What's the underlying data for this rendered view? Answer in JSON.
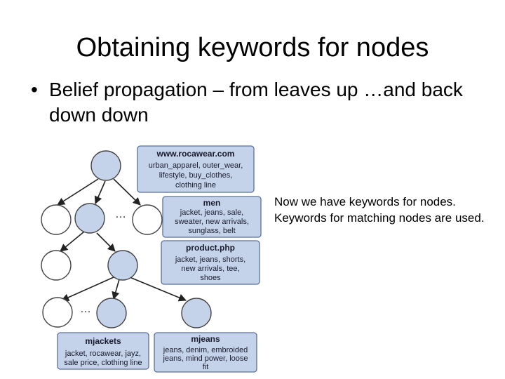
{
  "slide": {
    "title": "Obtaining keywords for nodes",
    "bullet_marker": "•",
    "bullet_text": "Belief propagation – from leaves up …and back down down",
    "note": "Now we have keywords for nodes. Keywords for matching nodes are used."
  },
  "diagram": {
    "colors": {
      "filled_node": "#c5d3ea",
      "box_fill": "#c5d3ea",
      "box_border": "#5b6f99",
      "edge": "#222222"
    },
    "ellipsis": "…",
    "boxes": [
      {
        "id": "rocawear",
        "header": "www.rocawear.com",
        "lines": [
          "urban_apparel, outer_wear,",
          "lifestyle, buy_clothes,",
          "clothing line"
        ]
      },
      {
        "id": "men",
        "header": "men",
        "lines": [
          "jacket, jeans, sale,",
          "sweater, new arrivals,",
          "sunglass, belt"
        ]
      },
      {
        "id": "product",
        "header": "product.php",
        "lines": [
          "jacket, jeans, shorts,",
          "new arrivals, tee,",
          "shoes"
        ]
      },
      {
        "id": "mjackets",
        "header": "mjackets",
        "lines": [
          "jacket, rocawear, jayz,",
          "sale price, clothing line"
        ]
      },
      {
        "id": "mjeans",
        "header": "mjeans",
        "lines": [
          "jeans, denim, embroided",
          "jeans, mind power, loose",
          "fit"
        ]
      }
    ]
  }
}
